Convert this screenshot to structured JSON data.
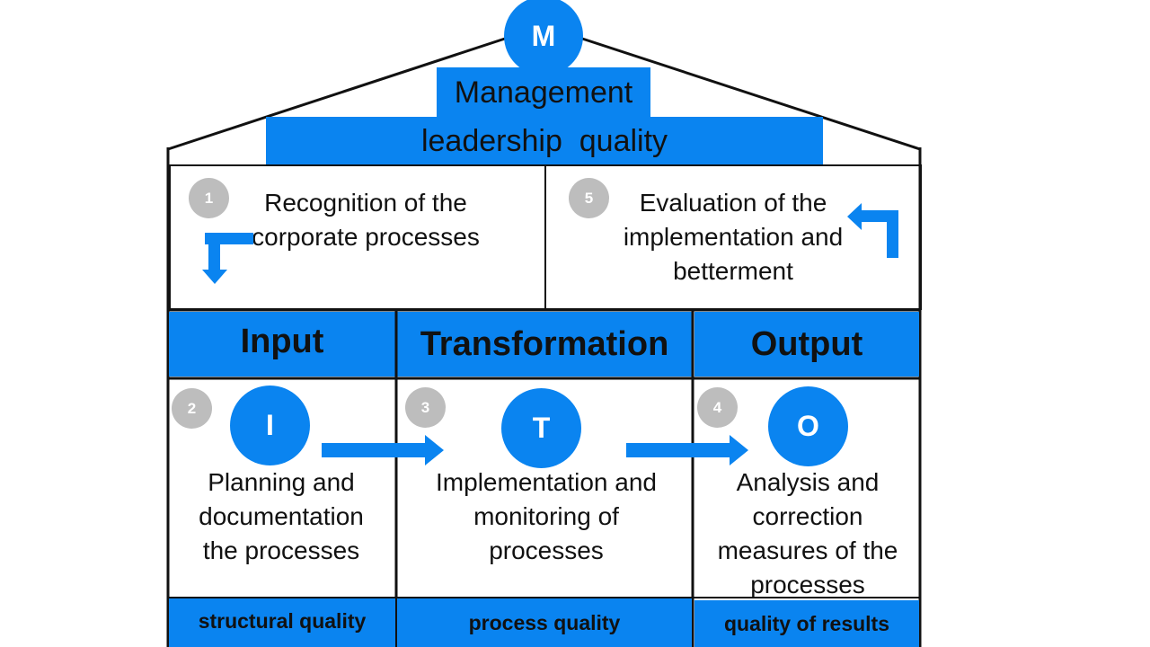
{
  "roof": {
    "badge": "M",
    "title": "Management",
    "subtitle": "leadership  quality"
  },
  "top_row": [
    {
      "num": "1",
      "text": "Recognition of the corporate processes"
    },
    {
      "num": "5",
      "text": "Evaluation of the implementation and betterment"
    }
  ],
  "columns": [
    {
      "header": "Input",
      "num": "2",
      "badge": "I",
      "text": "Planning and documentation the processes",
      "footer": "structural quality"
    },
    {
      "header": "Transformation",
      "num": "3",
      "badge": "T",
      "text": "Implementation and monitoring of processes",
      "footer": "process quality"
    },
    {
      "header": "Output",
      "num": "4",
      "badge": "O",
      "text": "Analysis and correction measures of the processes",
      "footer": "quality of results"
    }
  ],
  "colors": {
    "accent": "#0a84f0",
    "badge_gray": "#bdbdbd",
    "line": "#111111"
  },
  "icons": {
    "down_arrow": "down-elbow-arrow-icon",
    "up_arrow": "up-elbow-arrow-icon",
    "right_arrow": "right-arrow-icon"
  }
}
